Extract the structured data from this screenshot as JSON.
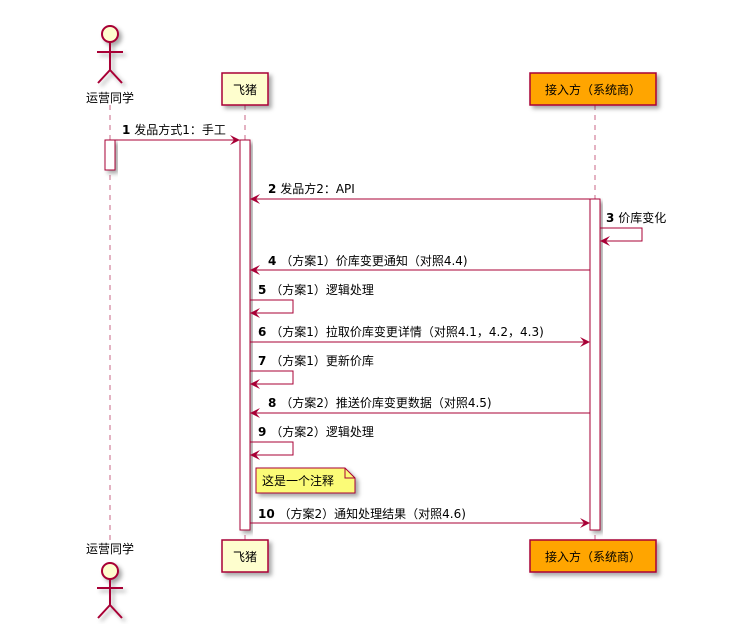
{
  "participants": {
    "ops": "运营同学",
    "fliggy": "飞猪",
    "vendor": "接入方（系统商）"
  },
  "colors": {
    "line": "#A80036",
    "box": "#FEFECE",
    "vendor_box": "#FFA500",
    "note": "#FBFB77"
  },
  "messages": [
    {
      "num": "1",
      "text": "发品方式1：手工"
    },
    {
      "num": "2",
      "text": "发品方2：API"
    },
    {
      "num": "3",
      "text": "价库变化"
    },
    {
      "num": "4",
      "text": "（方案1）价库变更通知（对照4.4)"
    },
    {
      "num": "5",
      "text": "（方案1）逻辑处理"
    },
    {
      "num": "6",
      "text": "（方案1）拉取价库变更详情（对照4.1，4.2，4.3)"
    },
    {
      "num": "7",
      "text": "（方案1）更新价库"
    },
    {
      "num": "8",
      "text": "（方案2）推送价库变更数据（对照4.5)"
    },
    {
      "num": "9",
      "text": "（方案2）逻辑处理"
    },
    {
      "num": "10",
      "text": "（方案2）通知处理结果（对照4.6)"
    }
  ],
  "note": "这是一个注释"
}
